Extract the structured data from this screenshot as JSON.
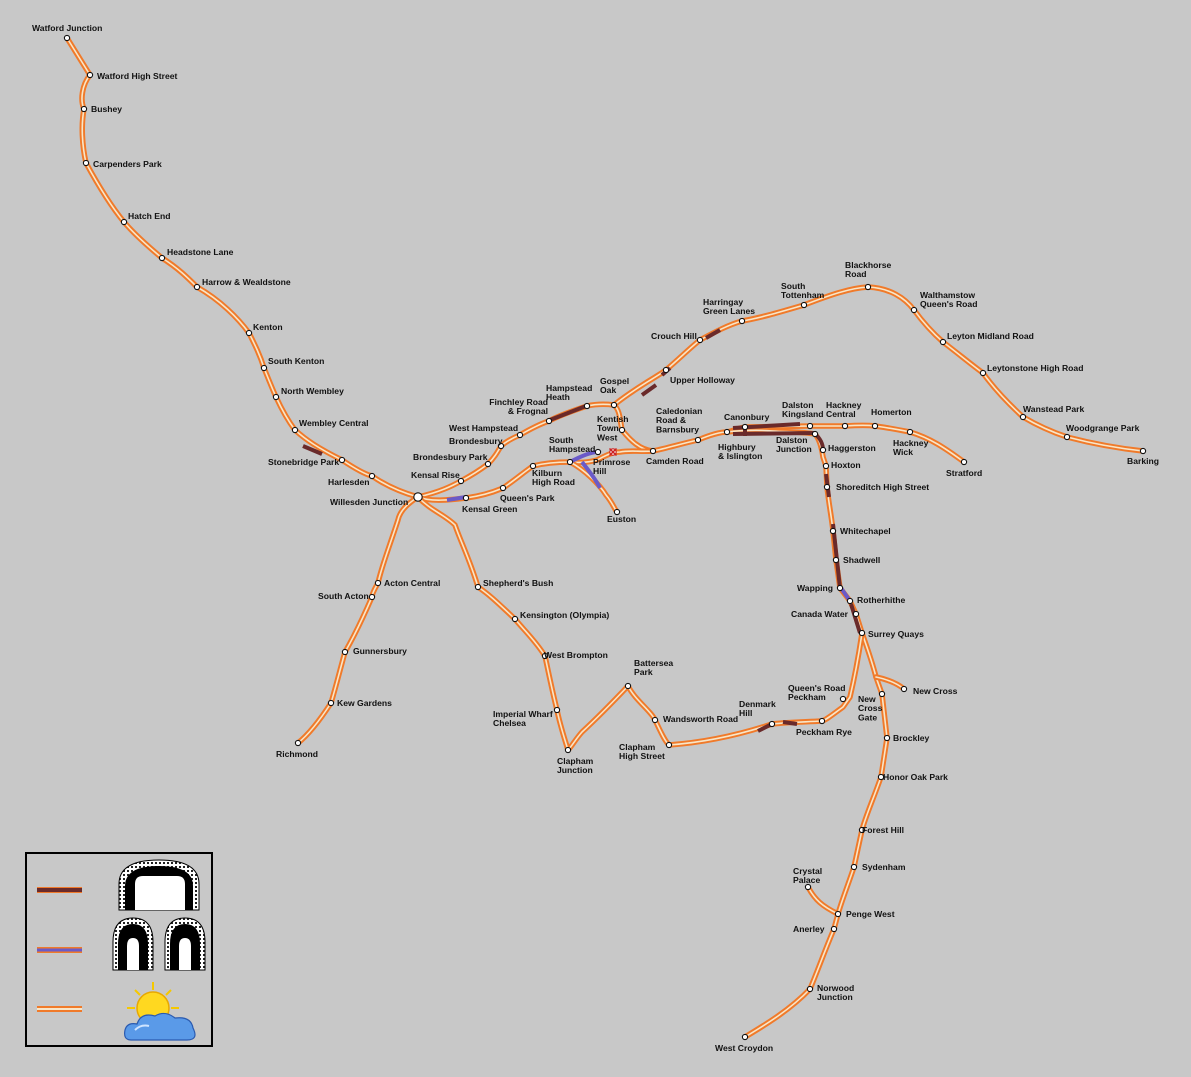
{
  "map": {
    "colors": {
      "background": "#c8c8c8",
      "line_outer": "#f07a2a",
      "line_inner": "#f8e6c8",
      "tunnel": "#6a2a2a",
      "cutting": "#6a5ac8",
      "interchange_marker": "#cc2020"
    },
    "stations": [
      {
        "id": "watford_junction",
        "lines": [
          "Watford Junction"
        ]
      },
      {
        "id": "watford_high_street",
        "lines": [
          "Watford High Street"
        ]
      },
      {
        "id": "bushey",
        "lines": [
          "Bushey"
        ]
      },
      {
        "id": "carpenders_park",
        "lines": [
          "Carpenders Park"
        ]
      },
      {
        "id": "hatch_end",
        "lines": [
          "Hatch End"
        ]
      },
      {
        "id": "headstone_lane",
        "lines": [
          "Headstone Lane"
        ]
      },
      {
        "id": "harrow_wealdstone",
        "lines": [
          "Harrow & Wealdstone"
        ]
      },
      {
        "id": "kenton",
        "lines": [
          "Kenton"
        ]
      },
      {
        "id": "south_kenton",
        "lines": [
          "South Kenton"
        ]
      },
      {
        "id": "north_wembley",
        "lines": [
          "North Wembley"
        ]
      },
      {
        "id": "wembley_central",
        "lines": [
          "Wembley Central"
        ]
      },
      {
        "id": "stonebridge_park",
        "lines": [
          "Stonebridge Park"
        ]
      },
      {
        "id": "harlesden",
        "lines": [
          "Harlesden"
        ]
      },
      {
        "id": "willesden_junction",
        "lines": [
          "Willesden Junction"
        ]
      },
      {
        "id": "kensal_rise",
        "lines": [
          "Kensal Rise"
        ]
      },
      {
        "id": "brondesbury_park",
        "lines": [
          "Brondesbury Park"
        ]
      },
      {
        "id": "brondesbury",
        "lines": [
          "Brondesbury"
        ]
      },
      {
        "id": "west_hampstead",
        "lines": [
          "West Hampstead"
        ]
      },
      {
        "id": "finchley_road",
        "lines": [
          "Finchley Road",
          "& Frognal"
        ]
      },
      {
        "id": "hampstead_heath",
        "lines": [
          "Hampstead",
          "Heath"
        ]
      },
      {
        "id": "gospel_oak",
        "lines": [
          "Gospel",
          "Oak"
        ]
      },
      {
        "id": "kentish_town_west",
        "lines": [
          "Kentish",
          "Town",
          "West"
        ]
      },
      {
        "id": "camden_road",
        "lines": [
          "Camden Road"
        ]
      },
      {
        "id": "caledonian_road",
        "lines": [
          "Caledonian",
          "Road &",
          "Barnsbury"
        ]
      },
      {
        "id": "highbury",
        "lines": [
          "Highbury",
          "& Islington"
        ]
      },
      {
        "id": "canonbury",
        "lines": [
          "Canonbury"
        ]
      },
      {
        "id": "dalston_kingsland",
        "lines": [
          "Dalston",
          "Kingsland"
        ]
      },
      {
        "id": "dalston_junction",
        "lines": [
          "Dalston",
          "Junction"
        ]
      },
      {
        "id": "hackney_central",
        "lines": [
          "Hackney",
          "Central"
        ]
      },
      {
        "id": "homerton",
        "lines": [
          "Homerton"
        ]
      },
      {
        "id": "hackney_wick",
        "lines": [
          "Hackney",
          "Wick"
        ]
      },
      {
        "id": "stratford",
        "lines": [
          "Stratford"
        ]
      },
      {
        "id": "upper_holloway",
        "lines": [
          "Upper Holloway"
        ]
      },
      {
        "id": "crouch_hill",
        "lines": [
          "Crouch Hill"
        ]
      },
      {
        "id": "harringay",
        "lines": [
          "Harringay",
          "Green Lanes"
        ]
      },
      {
        "id": "south_tottenham",
        "lines": [
          "South",
          "Tottenham"
        ]
      },
      {
        "id": "blackhorse_road",
        "lines": [
          "Blackhorse",
          "Road"
        ]
      },
      {
        "id": "walthamstow",
        "lines": [
          "Walthamstow",
          "Queen's Road"
        ]
      },
      {
        "id": "leyton_midland",
        "lines": [
          "Leyton Midland Road"
        ]
      },
      {
        "id": "leytonstone",
        "lines": [
          "Leytonstone High Road"
        ]
      },
      {
        "id": "wanstead_park",
        "lines": [
          "Wanstead Park"
        ]
      },
      {
        "id": "woodgrange_park",
        "lines": [
          "Woodgrange Park"
        ]
      },
      {
        "id": "barking",
        "lines": [
          "Barking"
        ]
      },
      {
        "id": "south_hampstead",
        "lines": [
          "South",
          "Hampstead"
        ]
      },
      {
        "id": "primrose_hill",
        "lines": [
          "Primrose",
          "Hill"
        ]
      },
      {
        "id": "kilburn_high_road",
        "lines": [
          "Kilburn",
          "High Road"
        ]
      },
      {
        "id": "queens_park",
        "lines": [
          "Queen's Park"
        ]
      },
      {
        "id": "kensal_green",
        "lines": [
          "Kensal Green"
        ]
      },
      {
        "id": "euston",
        "lines": [
          "Euston"
        ]
      },
      {
        "id": "haggerston",
        "lines": [
          "Haggerston"
        ]
      },
      {
        "id": "hoxton",
        "lines": [
          "Hoxton"
        ]
      },
      {
        "id": "shoreditch",
        "lines": [
          "Shoreditch High Street"
        ]
      },
      {
        "id": "whitechapel",
        "lines": [
          "Whitechapel"
        ]
      },
      {
        "id": "shadwell",
        "lines": [
          "Shadwell"
        ]
      },
      {
        "id": "wapping",
        "lines": [
          "Wapping"
        ]
      },
      {
        "id": "rotherhithe",
        "lines": [
          "Rotherhithe"
        ]
      },
      {
        "id": "canada_water",
        "lines": [
          "Canada Water"
        ]
      },
      {
        "id": "surrey_quays",
        "lines": [
          "Surrey Quays"
        ]
      },
      {
        "id": "new_cross",
        "lines": [
          "New Cross"
        ]
      },
      {
        "id": "new_cross_gate",
        "lines": [
          "New",
          "Cross",
          "Gate"
        ]
      },
      {
        "id": "queens_road_peckham",
        "lines": [
          "Queen's Road",
          "Peckham"
        ]
      },
      {
        "id": "peckham_rye",
        "lines": [
          "Peckham Rye"
        ]
      },
      {
        "id": "denmark_hill",
        "lines": [
          "Denmark",
          "Hill"
        ]
      },
      {
        "id": "brockley",
        "lines": [
          "Brockley"
        ]
      },
      {
        "id": "honor_oak_park",
        "lines": [
          "Honor Oak Park"
        ]
      },
      {
        "id": "forest_hill",
        "lines": [
          "Forest Hill"
        ]
      },
      {
        "id": "sydenham",
        "lines": [
          "Sydenham"
        ]
      },
      {
        "id": "crystal_palace",
        "lines": [
          "Crystal",
          "Palace"
        ]
      },
      {
        "id": "penge_west",
        "lines": [
          "Penge West"
        ]
      },
      {
        "id": "anerley",
        "lines": [
          "Anerley"
        ]
      },
      {
        "id": "norwood_junction",
        "lines": [
          "Norwood",
          "Junction"
        ]
      },
      {
        "id": "west_croydon",
        "lines": [
          "West Croydon"
        ]
      },
      {
        "id": "acton_central",
        "lines": [
          "Acton Central"
        ]
      },
      {
        "id": "south_acton",
        "lines": [
          "South Acton"
        ]
      },
      {
        "id": "gunnersbury",
        "lines": [
          "Gunnersbury"
        ]
      },
      {
        "id": "kew_gardens",
        "lines": [
          "Kew Gardens"
        ]
      },
      {
        "id": "richmond",
        "lines": [
          "Richmond"
        ]
      },
      {
        "id": "shepherds_bush",
        "lines": [
          "Shepherd's Bush"
        ]
      },
      {
        "id": "kensington_olympia",
        "lines": [
          "Kensington (Olympia)"
        ]
      },
      {
        "id": "west_brompton",
        "lines": [
          "West Brompton"
        ]
      },
      {
        "id": "imperial_wharf",
        "lines": [
          "Imperial Wharf",
          "Chelsea"
        ]
      },
      {
        "id": "clapham_junction",
        "lines": [
          "Clapham",
          "Junction"
        ]
      },
      {
        "id": "battersea_park",
        "lines": [
          "Battersea",
          "Park"
        ]
      },
      {
        "id": "wandsworth_road",
        "lines": [
          "Wandsworth Road"
        ]
      },
      {
        "id": "clapham_high_street",
        "lines": [
          "Clapham",
          "High Street"
        ]
      }
    ]
  },
  "legend": {
    "items": [
      {
        "id": "tunnel",
        "icon": "tunnel-single-bore-icon"
      },
      {
        "id": "cutting",
        "icon": "tunnel-twin-bore-icon"
      },
      {
        "id": "surface",
        "icon": "sun-and-cloud-icon"
      }
    ]
  }
}
